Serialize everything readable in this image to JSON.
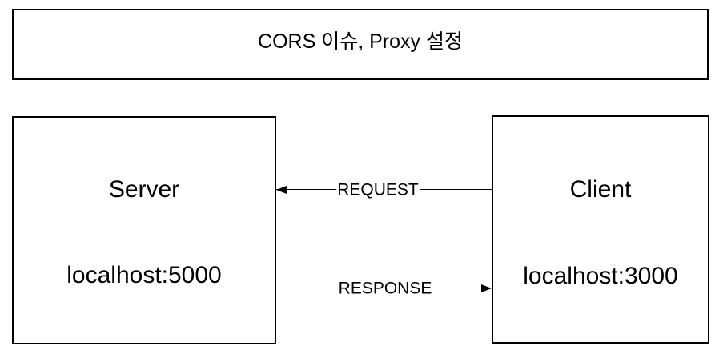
{
  "title": {
    "text": "CORS 이슈, Proxy 설정"
  },
  "nodes": {
    "server": {
      "name": "Server",
      "address": "localhost:5000"
    },
    "client": {
      "name": "Client",
      "address": "localhost:3000"
    }
  },
  "edges": {
    "request": {
      "label": "REQUEST",
      "from": "Client",
      "to": "Server",
      "direction": "right-to-left"
    },
    "response": {
      "label": "RESPONSE",
      "from": "Server",
      "to": "Client",
      "direction": "left-to-right"
    }
  },
  "colors": {
    "stroke": "#000000",
    "text": "#000000",
    "background": "#ffffff"
  }
}
